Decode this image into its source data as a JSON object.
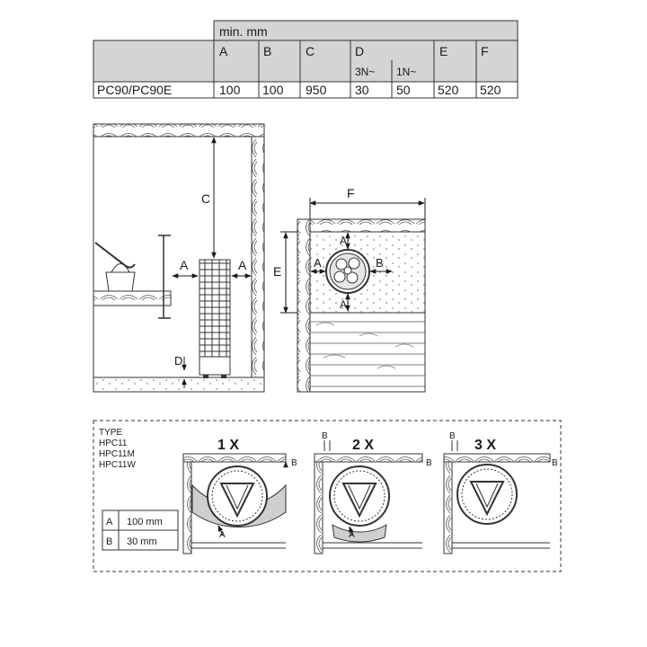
{
  "clearance_table": {
    "header": "min. mm",
    "columns": [
      "A",
      "B",
      "C",
      "D",
      "",
      "E",
      "F"
    ],
    "d_subheaders": [
      "3N~",
      "1N~"
    ],
    "row": {
      "model": "PC90/PC90E",
      "values": [
        "100",
        "100",
        "950",
        "30",
        "50",
        "520",
        "520"
      ]
    }
  },
  "side_view": {
    "labels": {
      "top": "C",
      "left": "A",
      "right": "A",
      "bottom": "D"
    }
  },
  "top_view": {
    "labels": {
      "width": "F",
      "height": "E",
      "up": "A",
      "left": "A",
      "right": "B",
      "down": "A"
    }
  },
  "install_box": {
    "type_heading": "TYPE",
    "types": [
      "HPC11",
      "HPC11M",
      "HPC11W"
    ],
    "legend": [
      {
        "key": "A",
        "value": "100 mm"
      },
      {
        "key": "B",
        "value": "30 mm"
      }
    ],
    "variants": [
      {
        "title": "1 X",
        "b_label": "B",
        "a_label": "A"
      },
      {
        "title": "2 X",
        "b_label": "B",
        "a_label": "A"
      },
      {
        "title": "3 X",
        "b_label": "B",
        "a_label": ""
      }
    ]
  },
  "colors": {
    "table_header_fill": "#d4d4d4",
    "line": "#1a1a1a",
    "stone_fill": "#e6e6e6",
    "zone_fill": "#cfcfcf"
  }
}
